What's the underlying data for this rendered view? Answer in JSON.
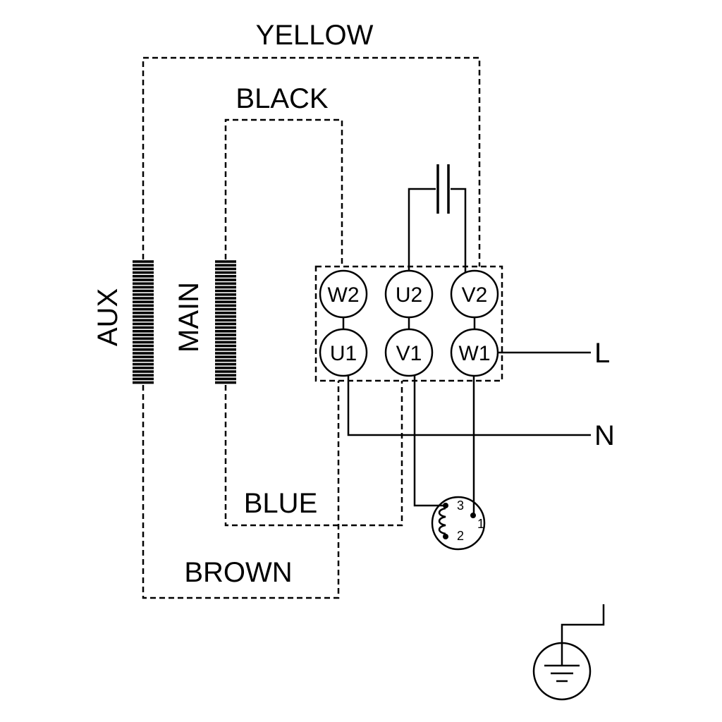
{
  "diagram": {
    "type": "motor-wiring-diagram",
    "colors": {
      "ink": "#000000",
      "background": "#ffffff"
    },
    "wire_labels": {
      "yellow": "YELLOW",
      "black": "BLACK",
      "blue": "BLUE",
      "brown": "BROWN"
    },
    "windings": {
      "aux": "AUX",
      "main": "MAIN"
    },
    "terminal_block": {
      "top_row": [
        "W2",
        "U2",
        "V2"
      ],
      "bottom_row": [
        "U1",
        "V1",
        "W1"
      ]
    },
    "supply": {
      "line": "L",
      "neutral": "N"
    },
    "protector": {
      "pin1": "1",
      "pin2": "2",
      "pin3": "3"
    }
  }
}
